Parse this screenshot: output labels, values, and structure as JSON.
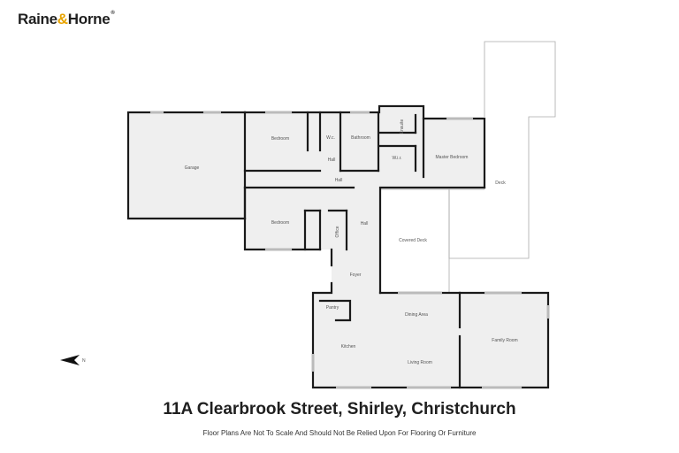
{
  "brand": {
    "name_part1": "Raine",
    "ampersand": "&",
    "name_part2": "Horne",
    "registered": "®"
  },
  "plan": {
    "rooms": [
      {
        "id": "garage",
        "label": "Garage"
      },
      {
        "id": "bedroom-1",
        "label": "Bedroom"
      },
      {
        "id": "wc",
        "label": "W.c."
      },
      {
        "id": "bathroom",
        "label": "Bathroom"
      },
      {
        "id": "ensuite",
        "label": "Ensuite"
      },
      {
        "id": "wir",
        "label": "W.i.r."
      },
      {
        "id": "master-bedroom",
        "label": "Master Bedroom"
      },
      {
        "id": "hall-1",
        "label": "Hall"
      },
      {
        "id": "hall-2",
        "label": "Hall"
      },
      {
        "id": "bedroom-2",
        "label": "Bedroom"
      },
      {
        "id": "office",
        "label": "Office"
      },
      {
        "id": "hall-3",
        "label": "Hall"
      },
      {
        "id": "deck",
        "label": "Deck"
      },
      {
        "id": "covered-deck",
        "label": "Covered Deck"
      },
      {
        "id": "foyer",
        "label": "Foyer"
      },
      {
        "id": "pantry",
        "label": "Pantry"
      },
      {
        "id": "dining-area",
        "label": "Dining Area"
      },
      {
        "id": "kitchen",
        "label": "Kitchen"
      },
      {
        "id": "living-room",
        "label": "Living Room"
      },
      {
        "id": "family-room",
        "label": "Family Room"
      }
    ],
    "compass": "N"
  },
  "title": "11A Clearbrook Street, Shirley, Christchurch",
  "disclaimer": "Floor Plans Are Not To Scale And Should Not Be Relied Upon For Flooring Or Furniture",
  "colors": {
    "wall": "#1a1a1a",
    "floor": "#efefef",
    "outline": "#aaaaaa",
    "accent": "#e8a400"
  }
}
